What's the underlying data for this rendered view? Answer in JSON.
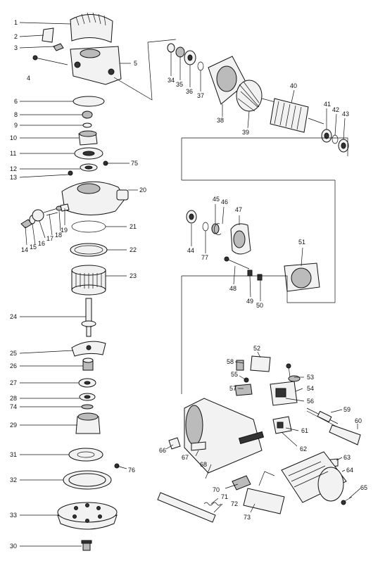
{
  "parts": {
    "p1": "1",
    "p2": "2",
    "p3": "3",
    "p4": "4",
    "p5": "5",
    "p6": "6",
    "p8": "8",
    "p9": "9",
    "p10": "10",
    "p11": "11",
    "p12": "12",
    "p13": "13",
    "p14": "14",
    "p15": "15",
    "p16": "16",
    "p17": "17",
    "p18": "18",
    "p19": "19",
    "p20": "20",
    "p21": "21",
    "p22": "22",
    "p23": "23",
    "p24": "24",
    "p25": "25",
    "p26": "26",
    "p27": "27",
    "p28": "28",
    "p29": "29",
    "p30": "30",
    "p31": "31",
    "p32": "32",
    "p33": "33",
    "p34": "34",
    "p35": "35",
    "p36": "36",
    "p37": "37",
    "p38": "38",
    "p39": "39",
    "p40": "40",
    "p41": "41",
    "p42": "42",
    "p43": "43",
    "p44": "44",
    "p45": "45",
    "p46": "46",
    "p47": "47",
    "p48": "48",
    "p49": "49",
    "p50": "50",
    "p51": "51",
    "p52": "52",
    "p53": "53",
    "p54": "54",
    "p55": "55",
    "p56": "56",
    "p57": "57",
    "p58": "58",
    "p59": "59",
    "p60": "60",
    "p61": "61",
    "p62": "62",
    "p63": "63",
    "p64": "64",
    "p65": "65",
    "p66": "66",
    "p67": "67",
    "p68": "68",
    "p70": "70",
    "p71": "71",
    "p72": "72",
    "p73": "73",
    "p74": "74",
    "p75": "75",
    "p76": "76",
    "p77": "77"
  }
}
